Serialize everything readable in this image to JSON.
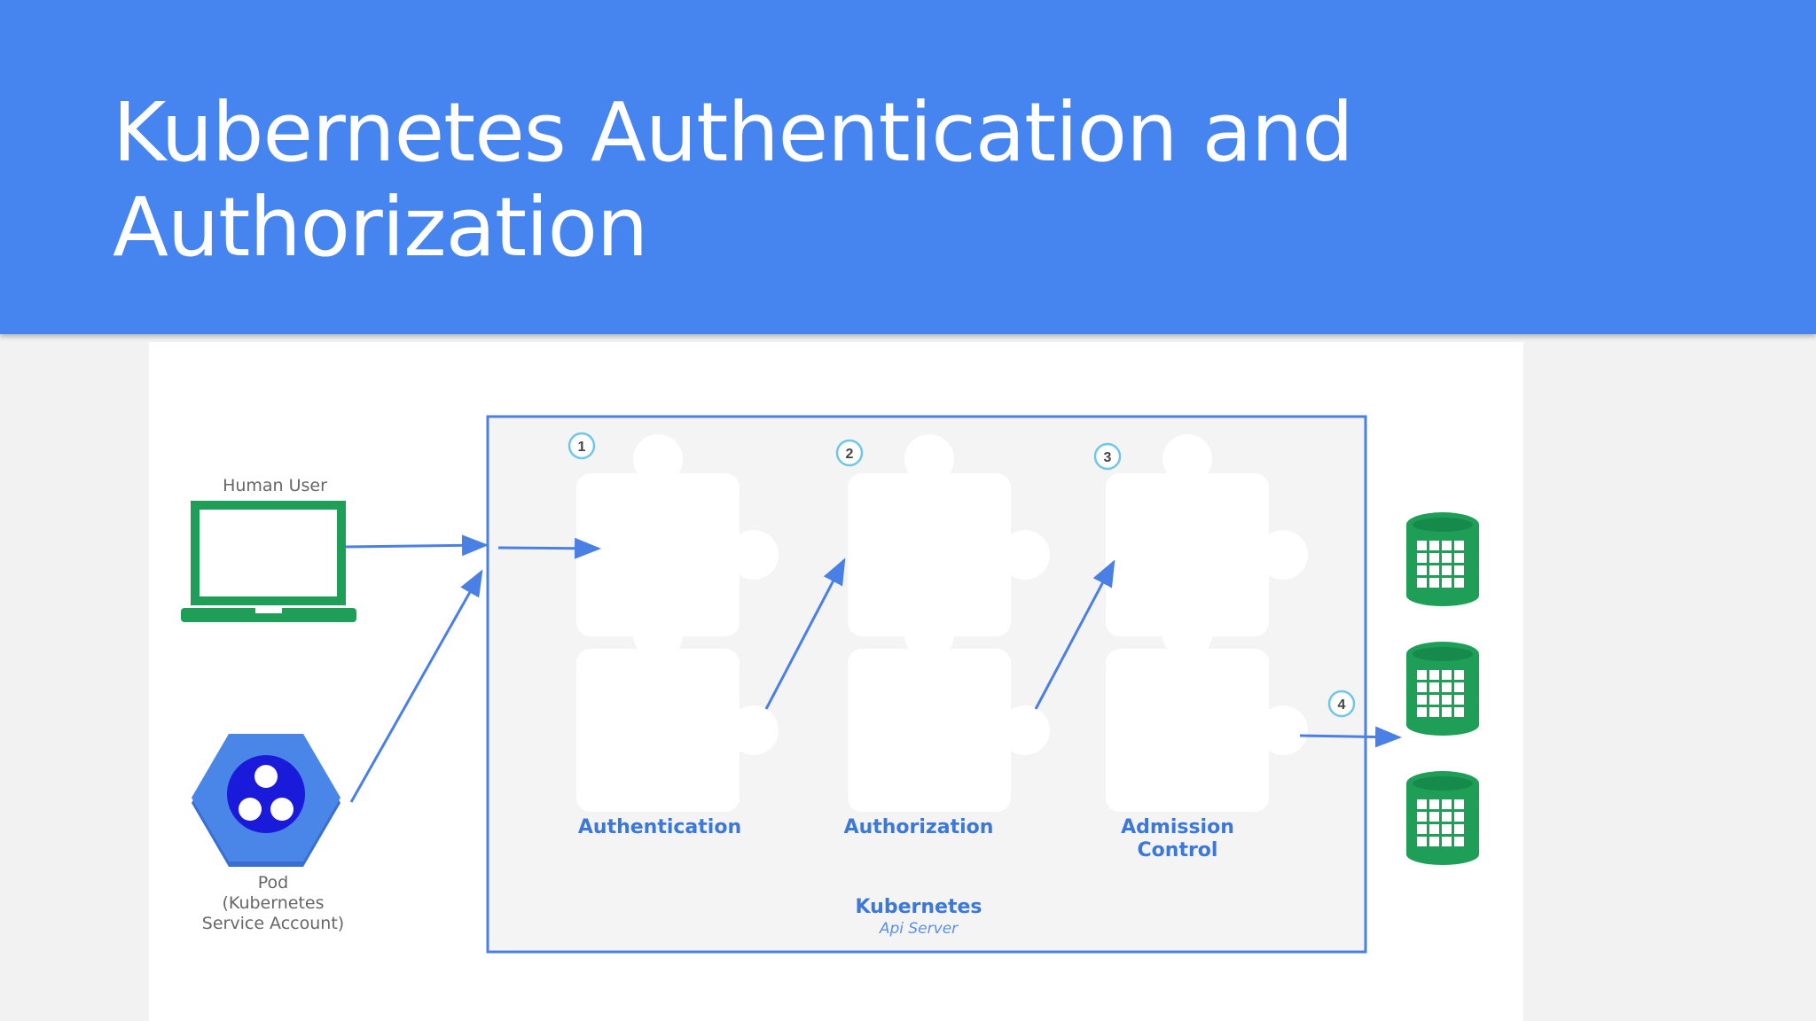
{
  "slide": {
    "title_line_1": "Kubernetes Authentication and",
    "title_line_2": "Authorization"
  },
  "diagram": {
    "human_user_label": "Human User",
    "pod_label_lines": [
      "Pod",
      "(Kubernetes",
      "Service Account)"
    ],
    "api_server": {
      "title": "Kubernetes",
      "subtitle": "Api Server"
    },
    "stages": [
      {
        "number": "1",
        "label_lines": [
          "Authentication"
        ]
      },
      {
        "number": "2",
        "label_lines": [
          "Authorization"
        ]
      },
      {
        "number": "3",
        "label_lines": [
          "Admission",
          "Control"
        ]
      }
    ],
    "output_step_number": "4",
    "colors": {
      "header": "#4684f0",
      "arrow": "#4a7fe6",
      "stage_label": "#3c78d8",
      "laptop": "#1e9e57",
      "database": "#1e9e57",
      "pod_hex": "#4a86e8",
      "pod_core": "#1a1adb",
      "box_border": "#4a7fe6"
    },
    "icons": [
      "laptop-icon",
      "pod-icon",
      "puzzle-piece-icon",
      "database-icon"
    ]
  }
}
